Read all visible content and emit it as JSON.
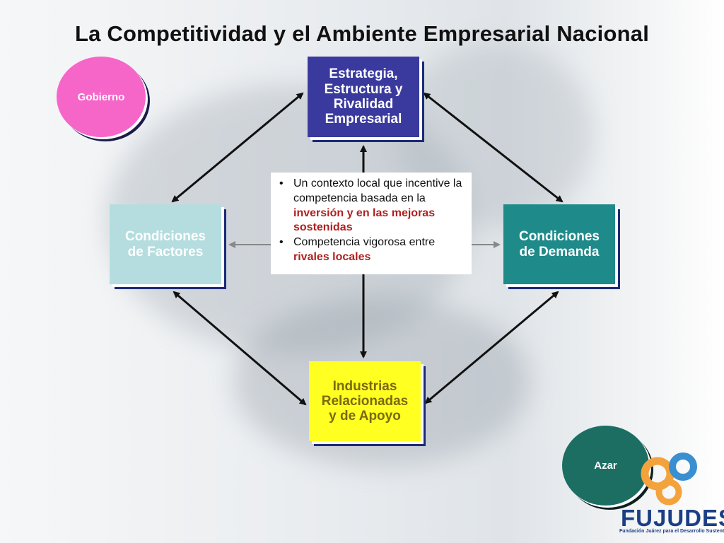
{
  "title": "La Competitividad y el Ambiente Empresarial Nacional",
  "boxes": {
    "strategy": [
      "Estrategia,",
      "Estructura y",
      "Rivalidad",
      "Empresarial"
    ],
    "factors": [
      "Condiciones",
      "de Factores"
    ],
    "demand": [
      "Condiciones",
      "de Demanda"
    ],
    "industries": [
      "Industrias",
      "Relacionadas",
      "y de Apoyo"
    ]
  },
  "circles": {
    "gobierno": "Gobierno",
    "azar": "Azar"
  },
  "context": {
    "b1_plain": "Un contexto local que incentive la competencia basada en la ",
    "b1_emph": "inversión y en las mejoras sostenidas",
    "b2_plain": "Competencia vigorosa entre ",
    "b2_emph": "rivales locales"
  },
  "logo": {
    "name": "FUJUDES",
    "tagline": "Fundación Juárez para el Desarrollo Sustentable"
  },
  "colors": {
    "strategy": "#3a3a9e",
    "factors": "#b5dddf",
    "demand": "#1f8a8a",
    "industries": "#ffff22",
    "gobierno": "#f666c8",
    "azar": "#1c6e63",
    "emphasis": "#b02020"
  }
}
